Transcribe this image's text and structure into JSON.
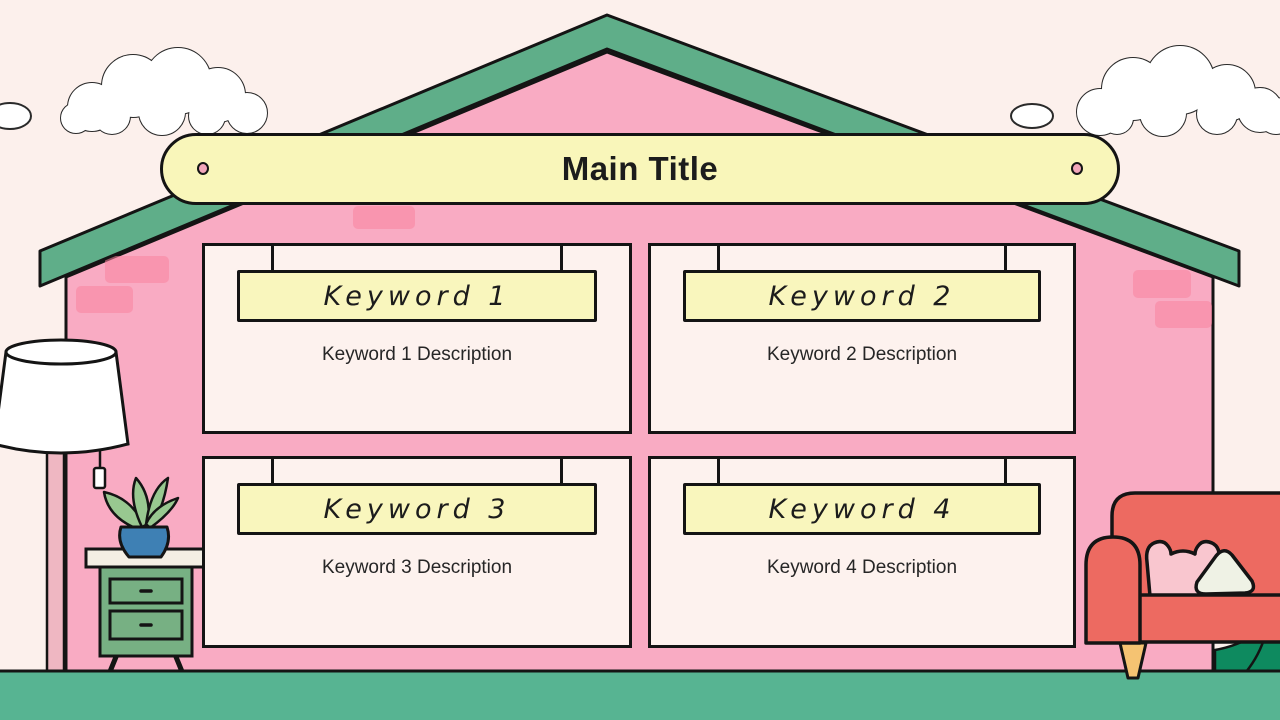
{
  "slide": {
    "title": "Main Title"
  },
  "cards": [
    {
      "keyword": "Keyword 1",
      "description": "Keyword 1 Description"
    },
    {
      "keyword": "Keyword 2",
      "description": "Keyword 2 Description"
    },
    {
      "keyword": "Keyword 3",
      "description": "Keyword 3 Description"
    },
    {
      "keyword": "Keyword 4",
      "description": "Keyword 4 Description"
    }
  ],
  "illustrations": [
    "clouds",
    "house-roof",
    "house-wall",
    "floor-lamp",
    "nightstand",
    "potted-plant",
    "sofa",
    "bush"
  ],
  "colors": {
    "sky": "#fcf0ec",
    "wallPink": "#f9abc3",
    "brickPink": "#f9849f",
    "roofGreen": "#5fae89",
    "floorGreen": "#57b492",
    "bannerYellow": "#f9f6ba",
    "signYellow": "#f9f6bd",
    "cardCream": "#fdf2ee",
    "outline": "#141414",
    "sofaCoral": "#ed6a61",
    "pillowPink": "#f9c6cf",
    "pillowWhite": "#eff2e5",
    "legTan": "#f5c372",
    "tableGreen": "#77b083",
    "tableTop": "#f4efe4",
    "potBlue": "#3e80b4",
    "leafGreen": "#98c890",
    "bushGreen": "#0e8a5f",
    "lampPolePink": "#efb7c2",
    "cloudWhite": "#ffffff",
    "screwPink": "#f2a6ba",
    "textDark": "#1c1c1c"
  }
}
